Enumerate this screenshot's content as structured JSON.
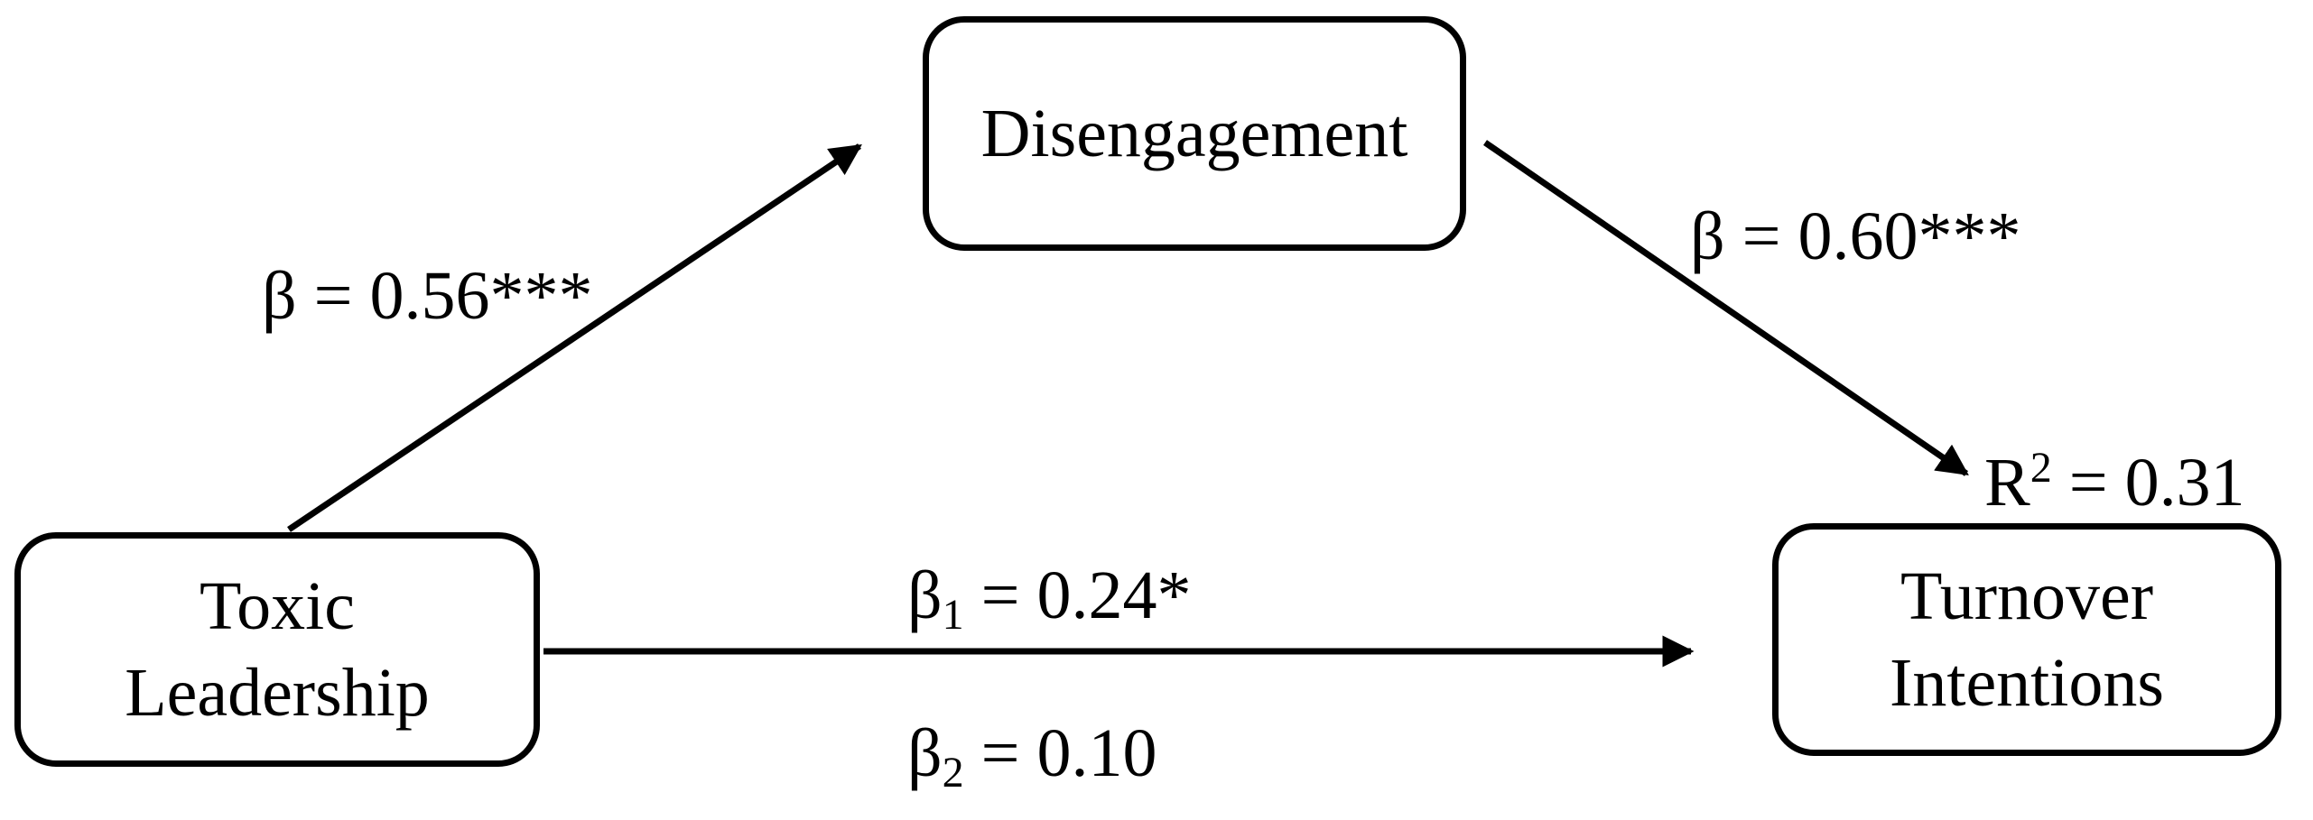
{
  "nodes": {
    "mediator": {
      "label": "Disengagement"
    },
    "predictor": {
      "line1": "Toxic",
      "line2": "Leadership"
    },
    "outcome": {
      "line1": "Turnover",
      "line2": "Intentions"
    }
  },
  "paths": {
    "a": {
      "symbol": "β",
      "text": " = 0.56***"
    },
    "b": {
      "symbol": "β",
      "text": " = 0.60***"
    },
    "c_total": {
      "symbol": "β",
      "subscript": "1",
      "text": " = 0.24*"
    },
    "c_direct": {
      "symbol": "β",
      "subscript": "2",
      "text": " = 0.10"
    }
  },
  "outcome_fit": {
    "prefix": "R",
    "superscript": "2",
    "text": " = 0.31"
  }
}
